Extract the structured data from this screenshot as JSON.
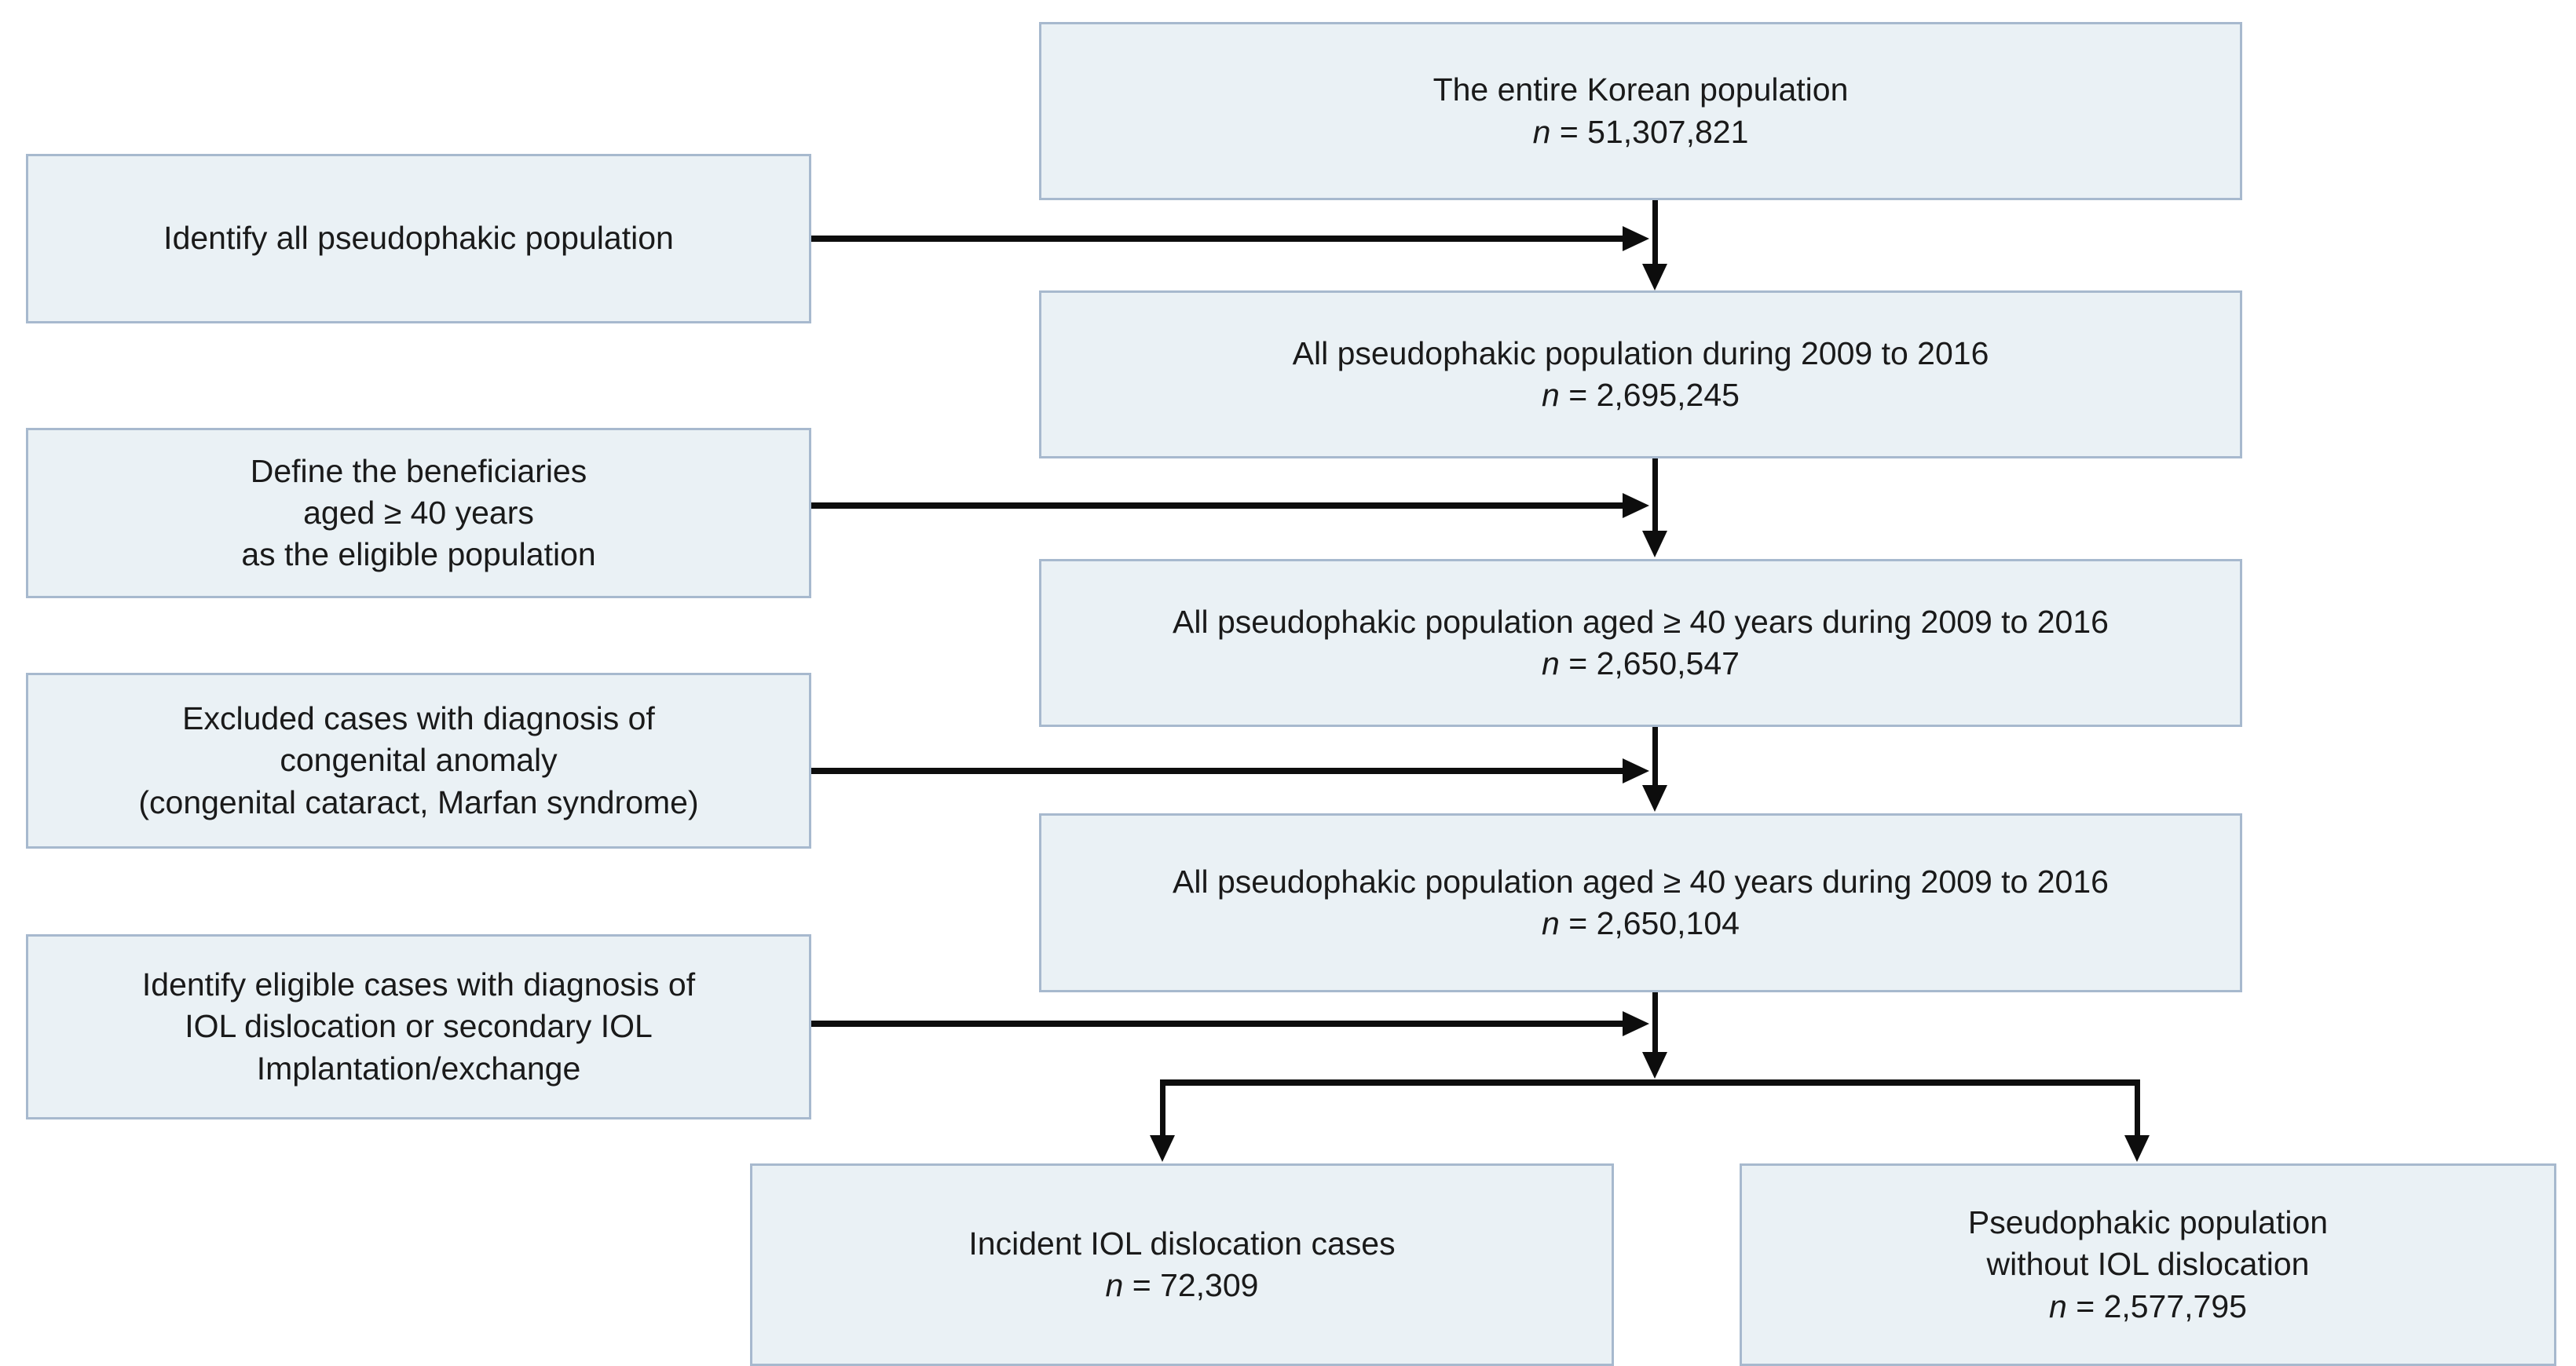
{
  "diagram": {
    "title": "Study population selection flowchart",
    "colors": {
      "box_fill": "#eaf1f5",
      "box_border": "#a7b9ce",
      "connector": "#0d0d0d",
      "text": "#1a1a1a",
      "background": "#ffffff"
    },
    "steps": [
      {
        "id": "step-identify-pseudophakic",
        "lines": [
          "Identify all pseudophakic population"
        ]
      },
      {
        "id": "step-define-beneficiaries",
        "lines": [
          "Define the beneficiaries",
          "aged ≥ 40 years",
          "as the eligible population"
        ]
      },
      {
        "id": "step-exclude-congenital",
        "lines": [
          "Excluded cases with diagnosis of",
          "congenital anomaly",
          "(congenital cataract, Marfan syndrome)"
        ]
      },
      {
        "id": "step-identify-iol-dislocation",
        "lines": [
          "Identify eligible cases with diagnosis of",
          "IOL dislocation or secondary IOL",
          "Implantation/exchange"
        ]
      }
    ],
    "population_boxes": [
      {
        "id": "pop-entire-korean",
        "label": "The entire Korean population",
        "n_prefix": "n",
        "n_equals": " = ",
        "n_value": "51,307,821"
      },
      {
        "id": "pop-all-pseudophakic-2009-2016",
        "label": "All pseudophakic population during 2009 to 2016",
        "n_prefix": "n",
        "n_equals": " = ",
        "n_value": "2,695,245"
      },
      {
        "id": "pop-pseudophakic-age40",
        "label": "All pseudophakic population aged ≥ 40 years during 2009 to 2016",
        "n_prefix": "n",
        "n_equals": " = ",
        "n_value": "2,650,547"
      },
      {
        "id": "pop-pseudophakic-age40-excluded",
        "label": "All pseudophakic population aged ≥ 40 years during 2009 to 2016",
        "n_prefix": "n",
        "n_equals": " = ",
        "n_value": "2,650,104"
      }
    ],
    "outcome_boxes": [
      {
        "id": "outcome-incident-iol-dislocation",
        "lines": [
          "Incident IOL dislocation cases"
        ],
        "n_prefix": "n",
        "n_equals": " = ",
        "n_value": "72,309"
      },
      {
        "id": "outcome-without-iol-dislocation",
        "lines": [
          "Pseudophakic population",
          "without IOL dislocation"
        ],
        "n_prefix": "n",
        "n_equals": " = ",
        "n_value": "2,577,795"
      }
    ]
  }
}
